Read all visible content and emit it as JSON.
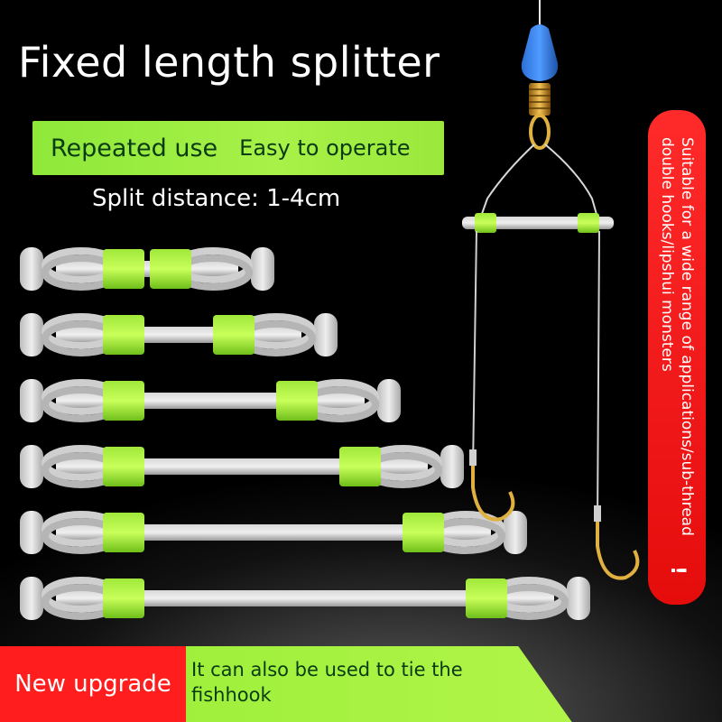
{
  "title": "Fixed length splitter",
  "features": {
    "item1": "Repeated use",
    "item2": "Easy to operate"
  },
  "split_distance": "Split distance: 1-4cm",
  "side_banner": {
    "line1": "Suitable for a wide range of applications/sub-thread",
    "line2": "double hooks/lipshui monsters",
    "mark": "!"
  },
  "bottom": {
    "badge": "New upgrade",
    "note": "It can also be used to tie the fishhook"
  },
  "colors": {
    "accent_green": "#a8f148",
    "accent_red": "#ff1d1d",
    "text_dark": "#0b3b12"
  },
  "product_rows": [
    {
      "index": 1,
      "length": 1
    },
    {
      "index": 2,
      "length": 2
    },
    {
      "index": 3,
      "length": 3
    },
    {
      "index": 4,
      "length": 4
    },
    {
      "index": 5,
      "length": 5
    },
    {
      "index": 6,
      "length": 6
    }
  ]
}
